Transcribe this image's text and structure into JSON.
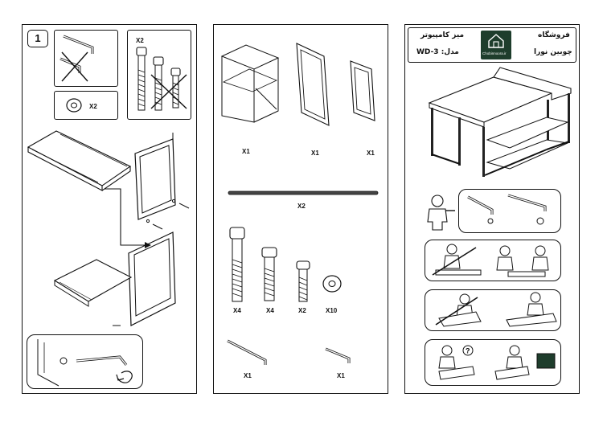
{
  "step": {
    "number": "1"
  },
  "left_panel": {
    "washer_qty": "X2",
    "bolt_qty": "X2"
  },
  "middle_panel": {
    "parts": [
      {
        "qty": "X1"
      },
      {
        "qty": "X1"
      },
      {
        "qty": "X1"
      },
      {
        "qty": "X2"
      },
      {
        "qty": "X4"
      },
      {
        "qty": "X4"
      },
      {
        "qty": "X2"
      },
      {
        "qty": "X10"
      },
      {
        "qty": "X1"
      },
      {
        "qty": "X1"
      }
    ]
  },
  "right_panel": {
    "product_name": "میز کامپیوتر",
    "model_label": "مدل: WD-3",
    "store_label": "فروشگاه",
    "brand_name": "چوبین نورا",
    "logo_caption": "Chobinnoora.ir"
  },
  "colors": {
    "ink": "#111111",
    "logo_bg": "#1e3d2c"
  }
}
